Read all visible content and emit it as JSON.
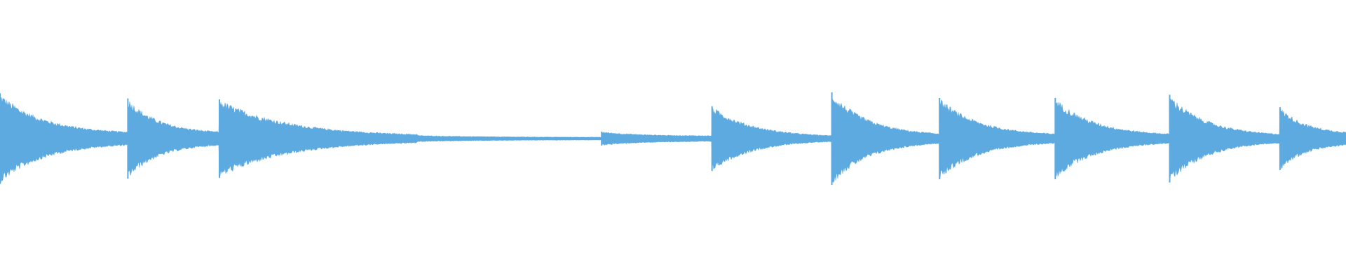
{
  "waveform": {
    "color": "#5DAAE0",
    "background": "#FFFFFF",
    "duration_fraction_visible": 1.0,
    "events": [
      {
        "start": 0.0,
        "peak": 0.98,
        "end_level": 0.1,
        "hold": 0.0
      },
      {
        "start": 0.095,
        "peak": 0.87,
        "end_level": 0.11,
        "hold": 0.0
      },
      {
        "start": 0.163,
        "peak": 0.85,
        "end_level": 0.05,
        "hold": 0.0
      },
      {
        "start": 0.31,
        "peak": 0.07,
        "end_level": 0.03,
        "hold": 0.0
      },
      {
        "start": 0.447,
        "peak": 0.15,
        "end_level": 0.06,
        "hold": 0.0
      },
      {
        "start": 0.529,
        "peak": 0.7,
        "end_level": 0.03,
        "hold": 0.0
      },
      {
        "start": 0.618,
        "peak": 1.0,
        "end_level": 0.06,
        "hold": 0.0
      },
      {
        "start": 0.698,
        "peak": 0.88,
        "end_level": 0.06,
        "hold": 0.0
      },
      {
        "start": 0.784,
        "peak": 0.88,
        "end_level": 0.06,
        "hold": 0.0
      },
      {
        "start": 0.869,
        "peak": 0.95,
        "end_level": 0.05,
        "hold": 0.0
      },
      {
        "start": 0.951,
        "peak": 0.68,
        "end_level": 0.1,
        "hold": 0.0
      }
    ]
  }
}
